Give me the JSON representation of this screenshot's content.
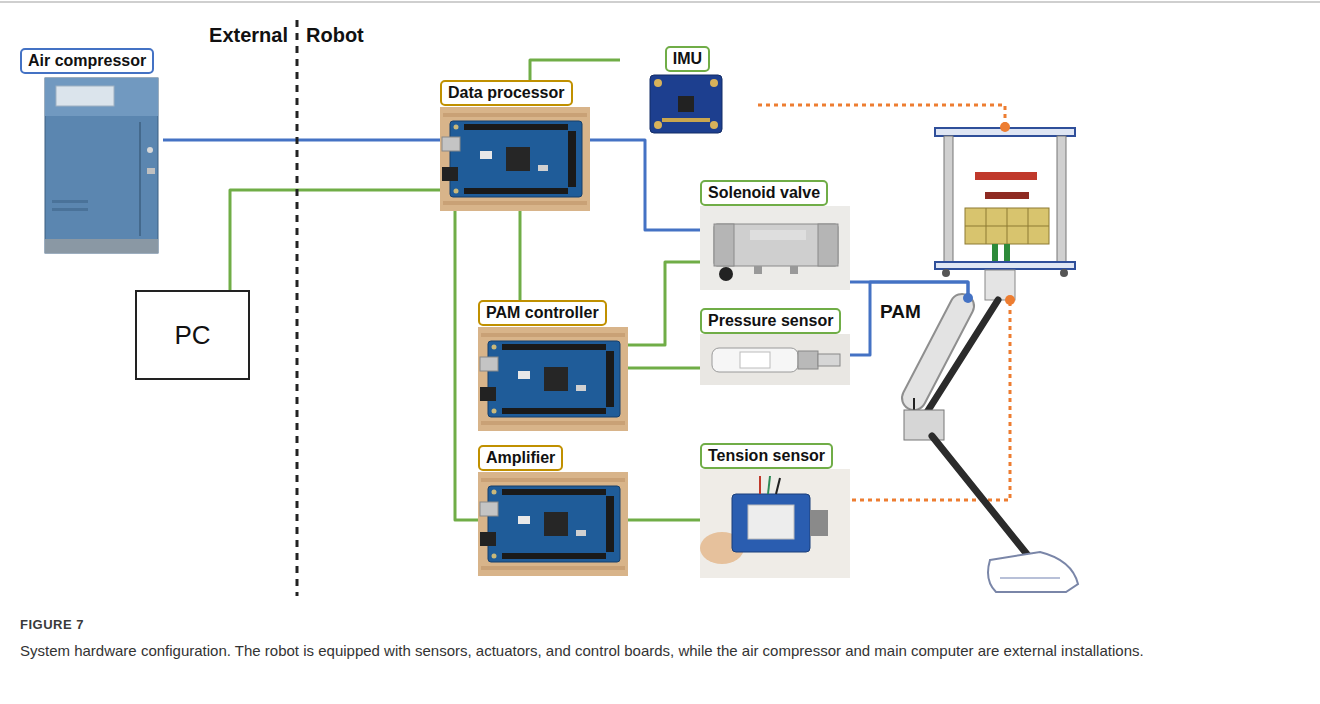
{
  "diagram": {
    "caption": "System hardware configuration. The robot is equipped with sensors, actuators, and control boards, while the air compressor and main computer are external installations.",
    "nodes": [
      {
        "text": [
          "Air compressor"
        ]
      },
      {
        "text": [
          "IMU"
        ]
      },
      {
        "text": [
          "Data processor"
        ]
      },
      {
        "text": [
          "Solenoid valve"
        ]
      },
      {
        "text": [
          "PC"
        ]
      },
      {
        "text": [
          "PAM controller"
        ]
      },
      {
        "text": [
          "Pressure sensor"
        ]
      },
      {
        "text": [
          "Amplifier"
        ]
      },
      {
        "text": [
          "Tension sensor"
        ]
      },
      {
        "text": [
          "PAM"
        ]
      }
    ],
    "edges": [
      {
        "from": 1,
        "to": 2,
        "arrow": "none"
      },
      {
        "from": 4,
        "to": 2,
        "arrow": "none"
      },
      {
        "from": 0,
        "to": 3,
        "arrow": "none"
      },
      {
        "from": 2,
        "to": 5,
        "arrow": "none"
      },
      {
        "from": 2,
        "to": 7,
        "arrow": "none"
      },
      {
        "from": 5,
        "to": 3,
        "arrow": "none"
      },
      {
        "from": 5,
        "to": 6,
        "arrow": "none"
      },
      {
        "from": 3,
        "to": 9,
        "arrow": "none"
      },
      {
        "from": 6,
        "to": 9,
        "arrow": "none"
      },
      {
        "from": 7,
        "to": 8,
        "arrow": "none"
      }
    ],
    "labels": [
      "External",
      "Robot",
      "FIGURE 7"
    ]
  }
}
